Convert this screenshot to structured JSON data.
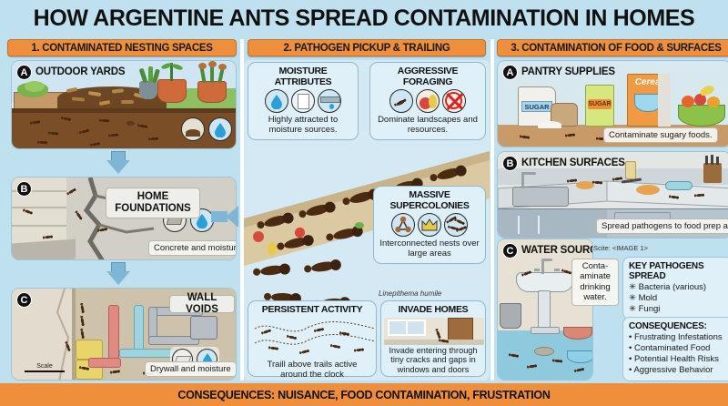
{
  "title": "HOW ARGENTINE ANTS SPREAD CONTAMINATION IN HOMES",
  "colors": {
    "accent_orange": "#ef8f3c",
    "background_blue": "#bfe0ef",
    "panel_blue": "#dff0f8",
    "arrow_blue": "#7fb6d6",
    "ant_brown": "#4b2a12"
  },
  "columns": [
    {
      "number": "1",
      "header": "1. CONTAMINATED NESTING SPACES",
      "panels": [
        {
          "badge": "A",
          "title": "OUTDOOR YARDS",
          "caption": "",
          "icons": [
            "soil-mound-icon",
            "water-drop-icon"
          ]
        },
        {
          "badge": "B",
          "plaque": "HOME FOUNDATIONS",
          "caption": "Concrete and moisture",
          "icons": [
            "concrete-block-icon",
            "water-drop-icon"
          ]
        },
        {
          "badge": "C",
          "plaque": "WALL VOIDS",
          "caption": "Drywall and moisture",
          "icons": [
            "drywall-sheet-icon",
            "water-drop-icon"
          ],
          "scale_label": "Scale"
        }
      ]
    },
    {
      "number": "2",
      "header": "2. PATHOGEN PICKUP & TRAILING",
      "species_label": "Linepithema humile",
      "bubbles": [
        {
          "title": "MOISTURE ATTRIBUTES",
          "text": "Highly attracted to moisture sources.",
          "icons": [
            "water-drop-icon",
            "towel-icon",
            "leaky-pipe-icon"
          ]
        },
        {
          "title": "AGGRESSIVE FORAGING",
          "text": "Dominate landscapes and resources.",
          "icons": [
            "foraging-ant-icon",
            "fruit-icon",
            "no-pest-icon"
          ]
        },
        {
          "title": "MASSIVE SUPERCOLONIES",
          "text": "Interconnected nests over large areas",
          "icons": [
            "linked-nests-icon",
            "crown-icon",
            "ant-swarm-icon"
          ]
        },
        {
          "title": "PERSISTENT ACTIVITY",
          "text": "Traill above trails active around the clock",
          "icons": []
        },
        {
          "title": "INVADE HOMES",
          "text": "Invade  entering through tiny cracks and gaps in windows and doors",
          "icons": []
        }
      ]
    },
    {
      "number": "3",
      "header": "3. CONTAMINATION OF FOOD & SURFACES",
      "panels": [
        {
          "badge": "A",
          "title": "PANTRY SUPPLIES",
          "caption": "Contaminate sugary foods.",
          "product_labels": [
            "SUGAR",
            "SUGAR",
            "Cereal"
          ]
        },
        {
          "badge": "B",
          "title": "KITCHEN SURFACES",
          "caption": "Spread pathogens to food prep areas",
          "source_note": "Scite: <IMAGE 1>"
        },
        {
          "badge": "C",
          "title": "WATER SOURCES",
          "caption": "Conta-aminate drinking water."
        }
      ],
      "pathogens_box": {
        "heading": "KEY PATHOGENS SPREAD",
        "items": [
          "Bacteria (various)",
          "Mold",
          "Fungi"
        ],
        "bullet": "✳"
      },
      "consequences_box": {
        "heading": "CONSEQUENCES:",
        "items": [
          "Frustrating Infestations",
          "Contaminated Food",
          "Potential Health Risks",
          "Aggressive Behavior"
        ],
        "bullet": "•"
      }
    }
  ],
  "footer": "CONSEQUENCES: NUISANCE, FOOD CONTAMINATION, FRUSTRATION"
}
